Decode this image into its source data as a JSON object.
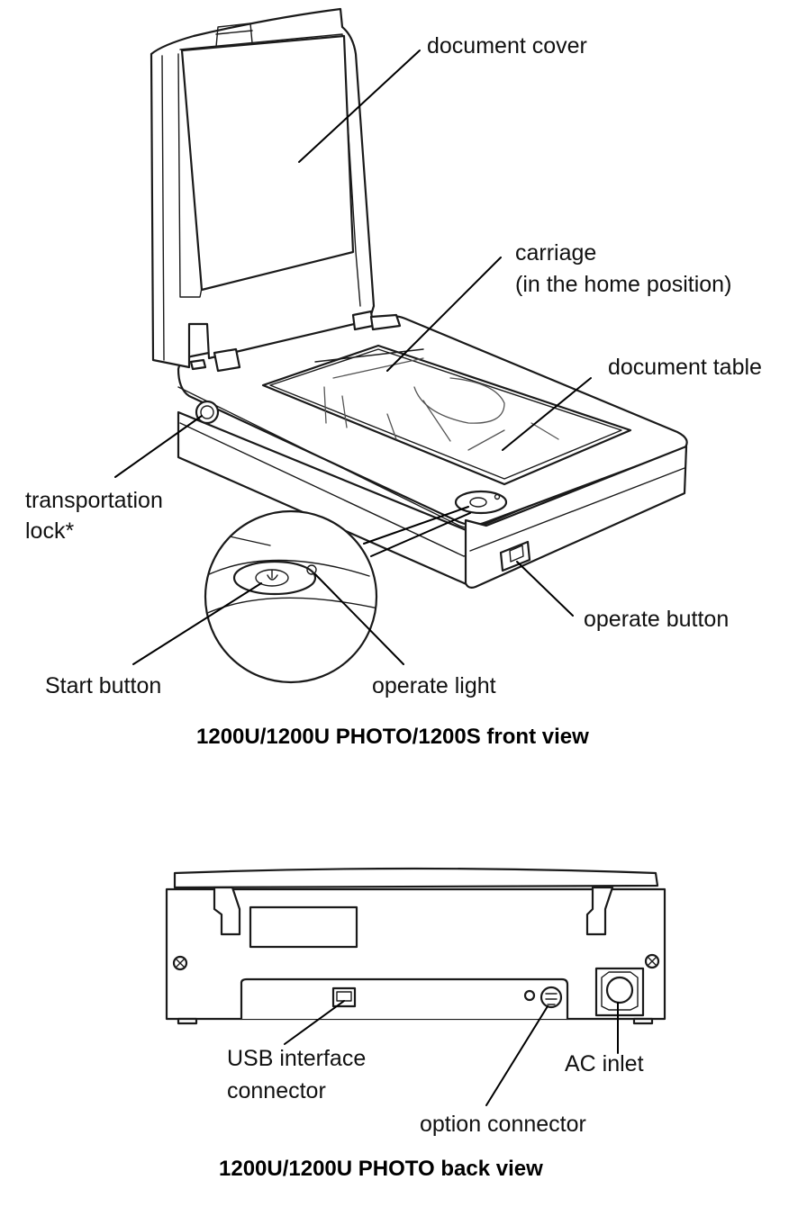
{
  "front": {
    "caption": "1200U/1200U PHOTO/1200S front view",
    "labels": {
      "document_cover": "document cover",
      "carriage_line1": "carriage",
      "carriage_line2": "(in the home position)",
      "document_table": "document table",
      "transportation_lock_line1": "transportation",
      "transportation_lock_line2": "lock*",
      "operate_button": "operate button",
      "start_button": "Start button",
      "operate_light": "operate light"
    }
  },
  "back": {
    "caption": "1200U/1200U PHOTO back view",
    "labels": {
      "usb_line1": "USB interface",
      "usb_line2": "connector",
      "ac_inlet": "AC inlet",
      "option_connector": "option connector"
    }
  },
  "icons": [
    "power-icon",
    "screw-icon"
  ]
}
